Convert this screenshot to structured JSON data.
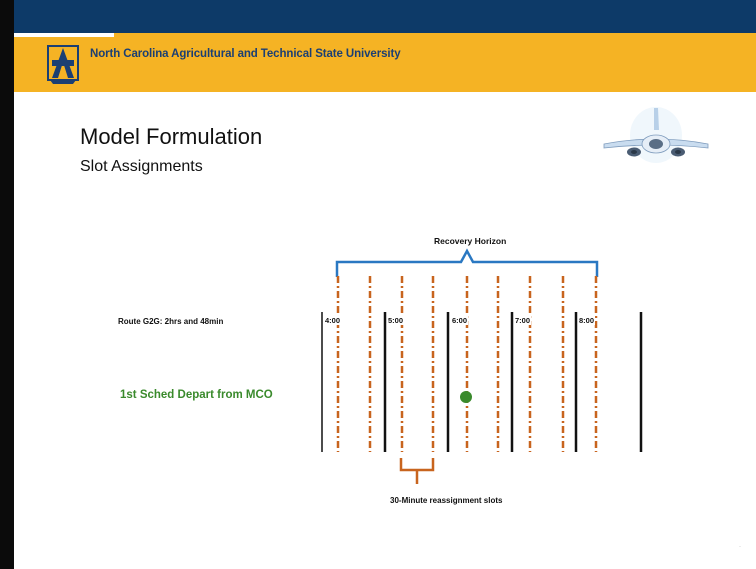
{
  "header": {
    "university_name": "North Carolina Agricultural and Technical State University",
    "logo_icon": "aggie-logo-icon",
    "colors": {
      "top_bar": "#0d3a68",
      "gold_bar": "#f5b324",
      "university_text": "#1b3f73"
    }
  },
  "slide": {
    "title": "Model Formulation",
    "subtitle": "Slot Assignments",
    "decoration_icon": "airplane-icon",
    "page_mark": "·"
  },
  "diagram": {
    "horizon_label": "Recovery Horizon",
    "route_label": "Route G2G: 2hrs and 48min",
    "depart_label": "1st Sched Depart from MCO",
    "reassignment_label": "30-Minute reassignment slots",
    "time_labels": [
      "4:00",
      "5:00",
      "6:00",
      "7:00",
      "8:00"
    ],
    "colors": {
      "slot_line": "#c8641e",
      "hour_line": "#111111",
      "bracket": "#2a78c2",
      "depart_marker": "#3a8a2c",
      "depart_text": "#3a8a2c"
    }
  }
}
